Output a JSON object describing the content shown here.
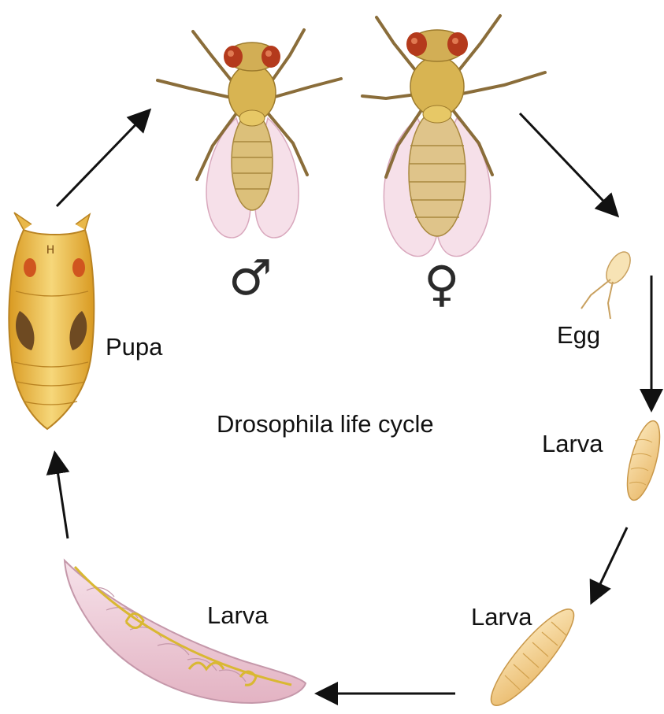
{
  "title": "Drosophila life cycle",
  "stages": {
    "male_symbol": "♂",
    "female_symbol": "♀",
    "egg": "Egg",
    "larva_first": "Larva",
    "larva_second": "Larva",
    "larva_third": "Larva",
    "pupa": "Pupa"
  },
  "colors": {
    "arrow": "#111111",
    "fly_body": "#d9b456",
    "fly_eye": "#b43a1c",
    "wing": "#f1d3df",
    "larva": "#f0c9d4",
    "pupa": "#e8b43e"
  }
}
